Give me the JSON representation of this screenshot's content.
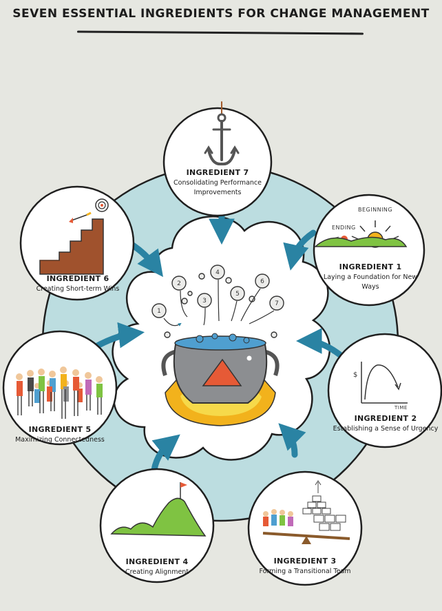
{
  "title": "SEVEN ESSENTIAL INGREDIENTS FOR CHANGE MANAGEMENT",
  "ingredients": [
    {
      "head": "INGREDIENT 1",
      "sub": "Laying a Foundation for New Ways"
    },
    {
      "head": "INGREDIENT 2",
      "sub": "Establishing a Sense of Urgency"
    },
    {
      "head": "INGREDIENT 3",
      "sub": "Forming a Transitional Team"
    },
    {
      "head": "INGREDIENT 4",
      "sub": "Creating Alignment"
    },
    {
      "head": "INGREDIENT 5",
      "sub": "Maximizing Connectedness"
    },
    {
      "head": "INGREDIENT 6",
      "sub": "Creating Short-term Wins"
    },
    {
      "head": "INGREDIENT 7",
      "sub": "Consolidating Performance Improvements"
    }
  ],
  "sunrise_labels": {
    "ending": "ENDING",
    "beginning": "BEGINNING"
  },
  "chart_labels": {
    "y": "$",
    "x": "TIME"
  },
  "bubble_numbers": [
    "1",
    "2",
    "3",
    "4",
    "5",
    "6",
    "7"
  ],
  "colors": {
    "background": "#e6e7e1",
    "ring": "#bcdde0",
    "arrow": "#2a83a3",
    "pot": "#8c8e91",
    "flame_outer": "#f2b21c",
    "flame_inner": "#f6d94a",
    "brew": "#4f9fd0",
    "triangle": "#e65a36",
    "grass": "#7fc342"
  },
  "icons": [
    "anchor-icon",
    "sunrise-icon",
    "urgency-chart-icon",
    "team-balance-icon",
    "mountain-flag-icon",
    "people-circle-icon",
    "stairs-target-icon",
    "cauldron-icon"
  ]
}
